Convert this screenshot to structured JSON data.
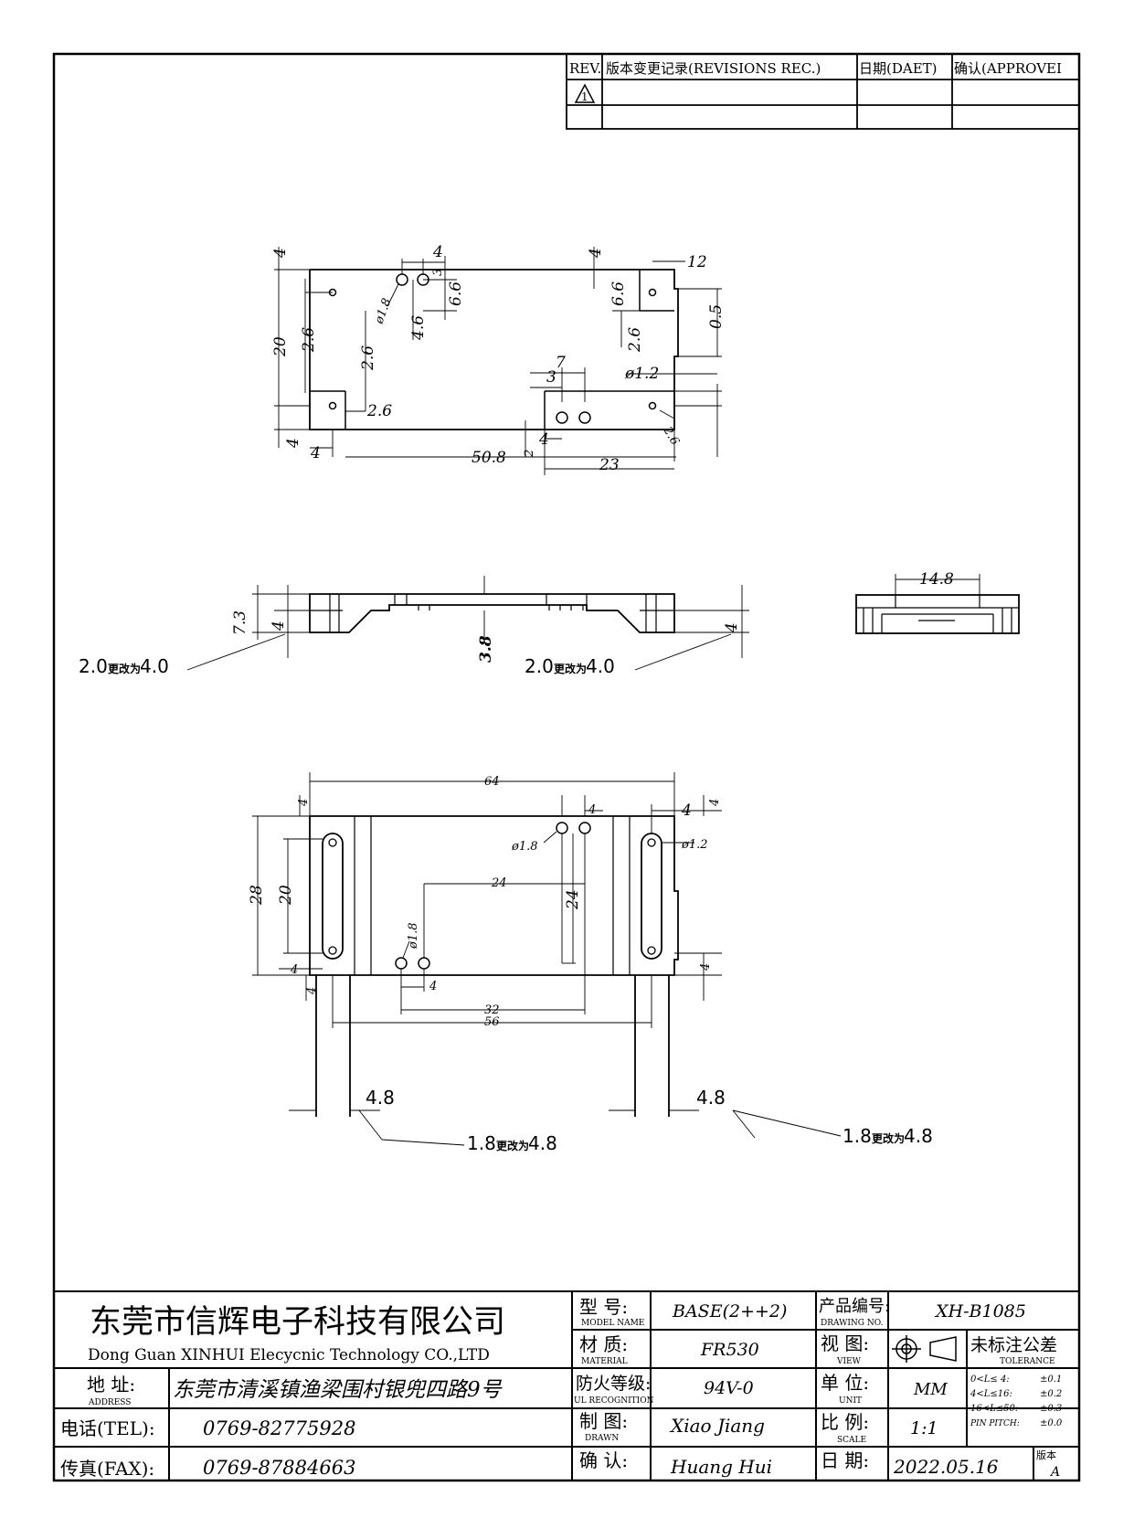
{
  "revisions": {
    "headers": {
      "rev": "REV.",
      "record": "版本变更记录(REVISIONS REC.)",
      "date": "日期(DAET)",
      "approve": "确认(APPROVEI"
    },
    "rows": [
      {
        "rev": "1",
        "record": "",
        "date": "",
        "approve": ""
      },
      {
        "rev": "",
        "record": "",
        "date": "",
        "approve": ""
      }
    ]
  },
  "top_view": {
    "dims": [
      "4",
      "20",
      "2.6",
      "ø1.8",
      "4",
      "3",
      "6.6",
      "4.6",
      "2.6",
      "2.6",
      "4",
      "4",
      "50.8",
      "4",
      "2",
      "23",
      "7",
      "3",
      "4",
      "6.6",
      "2.6",
      "12",
      "0.5",
      "ø1.2",
      "2.6"
    ]
  },
  "side_view": {
    "dims": [
      "7.3",
      "4",
      "3.8",
      "4"
    ],
    "notes": [
      {
        "prefix": "2.0",
        "mark": "更改为",
        "value": "4.0"
      },
      {
        "prefix": "2.0",
        "mark": "更改为",
        "value": "4.0"
      }
    ]
  },
  "end_view": {
    "dims": [
      "14.8"
    ]
  },
  "bottom_view": {
    "dims": [
      "64",
      "4",
      "28",
      "20",
      "4",
      "4",
      "ø1.8",
      "4",
      "24",
      "24",
      "ø1.8",
      "4",
      "32",
      "56",
      "4",
      "ø1.2",
      "4",
      "4"
    ],
    "pin_dims": [
      "4.8",
      "4.8"
    ],
    "notes": [
      {
        "prefix": "1.8",
        "mark": "更改为",
        "value": "4.8"
      },
      {
        "prefix": "1.8",
        "mark": "更改为",
        "value": "4.8"
      }
    ]
  },
  "title_block": {
    "company_cn": "东莞市信辉电子科技有限公司",
    "company_en": "Dong Guan XINHUI Elecycnic Technology CO.,LTD",
    "address_label": "地 址:",
    "address_label_en": "ADDRESS",
    "address": "东莞市清溪镇渔梁围村银兜四路9号",
    "tel_label": "电话(TEL):",
    "tel": "0769-82775928",
    "fax_label": "传真(FAX):",
    "fax": "0769-87884663",
    "model_label": "型 号:",
    "model_label_en": "MODEL NAME",
    "model": "BASE(2++2)",
    "material_label": "材 质:",
    "material_label_en": "MATERIAL",
    "material": "FR530",
    "ul_label": "防火等级:",
    "ul_label_en": "UL RECOGNITION",
    "ul": "94V-0",
    "drawn_label": "制 图:",
    "drawn_label_en": "DRAWN",
    "drawn": "Xiao  Jiang",
    "check_label": "确 认:",
    "check": "Huang Hui",
    "drawing_no_label": "产品编号:",
    "drawing_no_label_en": "DRAWING NO.",
    "drawing_no": "XH-B1085",
    "view_label": "视 图:",
    "view_label_en": "VIEW",
    "unit_label": "单 位:",
    "unit_label_en": "UNIT",
    "unit": "MM",
    "scale_label": "比 例:",
    "scale_label_en": "SCALE",
    "scale": "1:1",
    "date_label": "日 期:",
    "date": "2022.05.16",
    "tolerance_label": "未标注公差",
    "tolerance_label_en": "TOLERANCE",
    "tolerances": [
      {
        "range": "0<L≤ 4:",
        "value": "±0.1"
      },
      {
        "range": "4<L≤16:",
        "value": "±0.2"
      },
      {
        "range": "16<L≤50:",
        "value": "±0.3"
      },
      {
        "range": "PIN PITCH:",
        "value": "±0.0"
      }
    ],
    "version_label": "版本",
    "version": "A"
  }
}
